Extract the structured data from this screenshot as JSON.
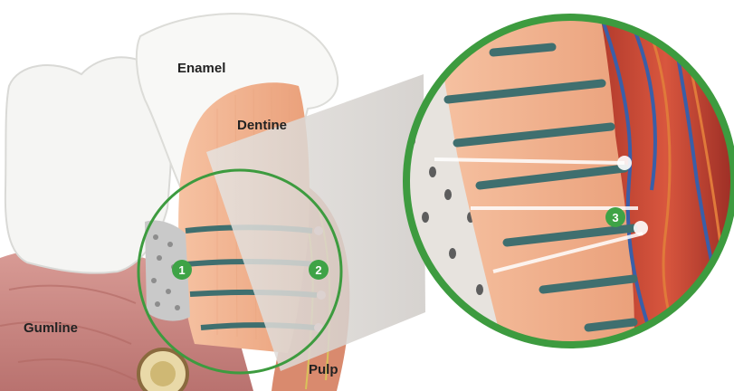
{
  "labels": {
    "enamel": "Enamel",
    "dentine": "Dentine",
    "gumline": "Gumline",
    "pulp": "Pulp"
  },
  "markers": [
    "1",
    "2",
    "3"
  ],
  "colors": {
    "ring_green": "#3d9b3f",
    "badge_green": "#3ea346",
    "dentine": "#f2b18c",
    "tubule": "#3f6f6f",
    "gum": "#c98a86",
    "pulp_red": "#c9442f",
    "nerve_blue": "#3a5fa8",
    "enamel_white": "#f6f6f4"
  },
  "icons": [
    "magnified-view-circle",
    "callout-wedge",
    "numbered-marker"
  ]
}
